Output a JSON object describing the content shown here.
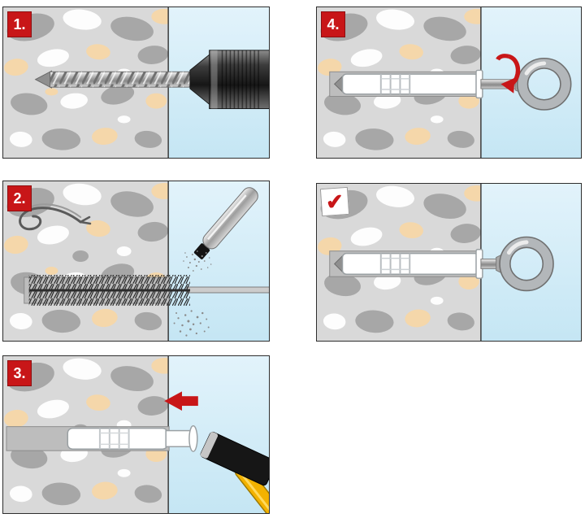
{
  "steps": [
    {
      "label": "1.",
      "icon": "drill-hole-step"
    },
    {
      "label": "2.",
      "icon": "clean-hole-step"
    },
    {
      "label": "3.",
      "icon": "insert-anchor-step"
    },
    {
      "label": "4.",
      "icon": "screw-eye-bolt-step"
    },
    {
      "label": "✔",
      "icon": "installation-complete-step"
    }
  ],
  "colors": {
    "badge_red": "#c81618",
    "badge_text": "#ffffff",
    "arrow_red": "#c81618",
    "check_red": "#c81618",
    "wall_base_gray": "#d9d9d9",
    "stone_gray": "#a7a7a7",
    "stone_white": "#fdfdfd",
    "stone_tan": "#f5d7aa",
    "room_blue": "#cfe9f6",
    "hole_gray": "#bdbdbd",
    "anchor_white": "#ffffff",
    "metal_gray": "#9c9c9c",
    "hammer_head_black": "#161616",
    "hammer_handle_yellow": "#f3b200"
  }
}
